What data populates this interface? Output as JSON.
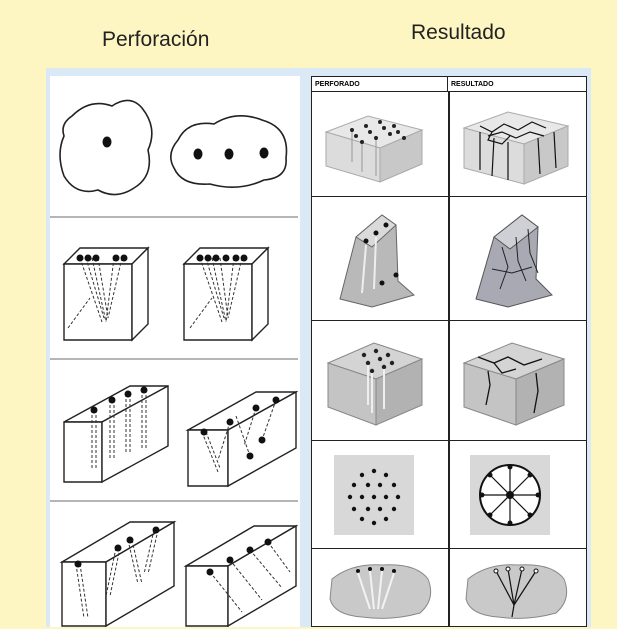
{
  "headings": {
    "left": "Perforación",
    "right": "Resultado"
  },
  "table": {
    "header_left": "PERFORADO",
    "header_right": "RESULTADO"
  },
  "colors": {
    "background": "#fef6c2",
    "panel": "#dbe8f6",
    "line": "#222222",
    "stone": "#cfcfcf"
  },
  "left_illustrations": [
    {
      "name": "boulder-holes-icon"
    },
    {
      "name": "block-fan-holes-icon"
    },
    {
      "name": "block-vertical-holes-icon"
    },
    {
      "name": "block-inclined-holes-icon"
    }
  ],
  "table_rows": [
    {
      "drilled": "block-grid-holes-icon",
      "result": "block-cracked-network-icon"
    },
    {
      "drilled": "slab-holes-icon",
      "result": "slab-fractured-icon"
    },
    {
      "drilled": "cube-holes-icon",
      "result": "cube-split-icon"
    },
    {
      "drilled": "circle-pattern-holes-icon",
      "result": "circle-radial-cracks-icon"
    },
    {
      "drilled": "boulder-fan-holes-icon",
      "result": "boulder-fan-cracks-icon"
    }
  ]
}
